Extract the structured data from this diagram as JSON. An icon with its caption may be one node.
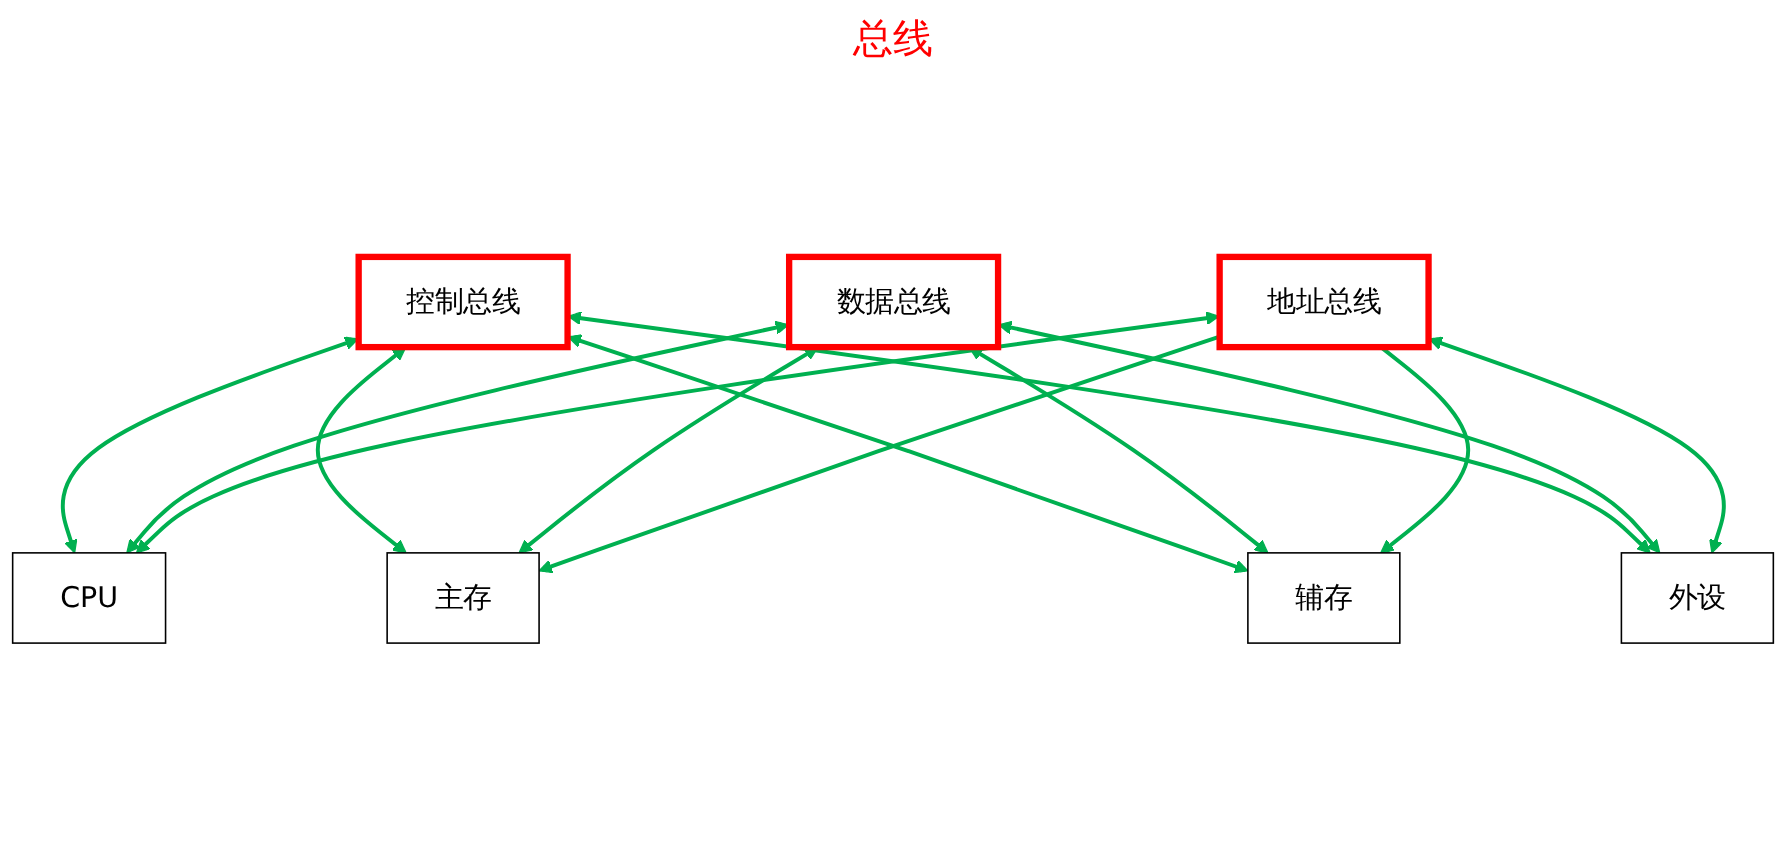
{
  "diagram": {
    "title": "总线",
    "nodes": [
      {
        "text": [
          "地址总线"
        ]
      },
      {
        "text": [
          "数据总线"
        ]
      },
      {
        "text": [
          "控制总线"
        ]
      },
      {
        "text": [
          "CPU"
        ]
      },
      {
        "text": [
          "主存"
        ]
      },
      {
        "text": [
          "辅存"
        ]
      },
      {
        "text": [
          "外设"
        ]
      }
    ],
    "edges": [
      {
        "from": 2,
        "to": 3,
        "arrow": "both"
      },
      {
        "from": 1,
        "to": 3,
        "arrow": "both"
      },
      {
        "from": 0,
        "to": 3,
        "arrow": "both"
      },
      {
        "from": 2,
        "to": 4,
        "arrow": "both"
      },
      {
        "from": 1,
        "to": 4,
        "arrow": "both"
      },
      {
        "from": 0,
        "to": 4,
        "arrow": "to"
      },
      {
        "from": 2,
        "to": 5,
        "arrow": "both"
      },
      {
        "from": 1,
        "to": 5,
        "arrow": "both"
      },
      {
        "from": 0,
        "to": 5,
        "arrow": "to"
      },
      {
        "from": 2,
        "to": 6,
        "arrow": "both"
      },
      {
        "from": 1,
        "to": 6,
        "arrow": "both"
      },
      {
        "from": 0,
        "to": 6,
        "arrow": "both"
      }
    ]
  }
}
